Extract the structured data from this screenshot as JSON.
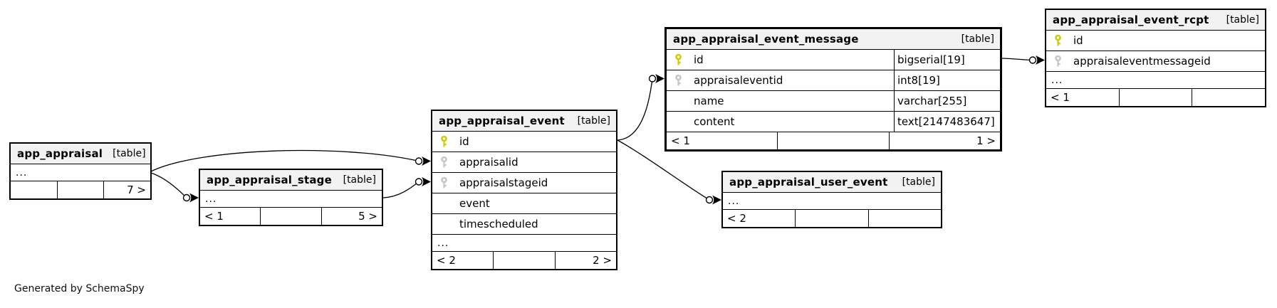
{
  "diagram": {
    "generator_note": "Generated by SchemaSpy",
    "colors": {
      "primary_key_icon": "#cccc00",
      "foreign_key_icon": "#c6c6c6",
      "header_bg": "#f2f2f2",
      "border": "#000000",
      "background": "#ffffff"
    },
    "tables": [
      {
        "name": "app_appraisal",
        "tag": "[table]",
        "columns": [
          {
            "label": "...",
            "key": "none"
          }
        ],
        "footer": {
          "parents": "",
          "mid": "",
          "children": "7 >"
        }
      },
      {
        "name": "app_appraisal_stage",
        "tag": "[table]",
        "columns": [
          {
            "label": "...",
            "key": "none"
          }
        ],
        "footer": {
          "parents": "< 1",
          "mid": "",
          "children": "5 >"
        }
      },
      {
        "name": "app_appraisal_event",
        "tag": "[table]",
        "columns": [
          {
            "label": "id",
            "key": "primary"
          },
          {
            "label": "appraisalid",
            "key": "foreign"
          },
          {
            "label": "appraisalstageid",
            "key": "foreign"
          },
          {
            "label": "event",
            "key": "none"
          },
          {
            "label": "timescheduled",
            "key": "none"
          },
          {
            "label": "...",
            "key": "none"
          }
        ],
        "footer": {
          "parents": "< 2",
          "mid": "",
          "children": "2 >"
        }
      },
      {
        "name": "app_appraisal_event_message",
        "tag": "[table]",
        "columns": [
          {
            "label": "id",
            "key": "primary",
            "type": "bigserial[19]"
          },
          {
            "label": "appraisaleventid",
            "key": "foreign",
            "type": "int8[19]"
          },
          {
            "label": "name",
            "key": "none",
            "type": "varchar[255]"
          },
          {
            "label": "content",
            "key": "none",
            "type": "text[2147483647]"
          }
        ],
        "footer": {
          "parents": "< 1",
          "mid": "",
          "children": "1 >"
        }
      },
      {
        "name": "app_appraisal_event_rcpt",
        "tag": "[table]",
        "columns": [
          {
            "label": "id",
            "key": "primary"
          },
          {
            "label": "appraisaleventmessageid",
            "key": "foreign"
          },
          {
            "label": "...",
            "key": "none"
          }
        ],
        "footer": {
          "parents": "< 1",
          "mid": "",
          "children": ""
        }
      },
      {
        "name": "app_appraisal_user_event",
        "tag": "[table]",
        "columns": [
          {
            "label": "...",
            "key": "none"
          }
        ],
        "footer": {
          "parents": "< 2",
          "mid": "",
          "children": ""
        }
      }
    ],
    "relationships": [
      {
        "parent": "app_appraisal",
        "child": "app_appraisal_stage"
      },
      {
        "parent": "app_appraisal",
        "child": "app_appraisal_event",
        "child_column": "appraisalid"
      },
      {
        "parent": "app_appraisal_stage",
        "child": "app_appraisal_event",
        "child_column": "appraisalstageid"
      },
      {
        "parent": "app_appraisal_event",
        "child": "app_appraisal_event_message",
        "child_column": "appraisaleventid"
      },
      {
        "parent": "app_appraisal_event",
        "child": "app_appraisal_user_event"
      },
      {
        "parent": "app_appraisal_event_message",
        "child": "app_appraisal_event_rcpt",
        "child_column": "appraisaleventmessageid"
      }
    ]
  }
}
